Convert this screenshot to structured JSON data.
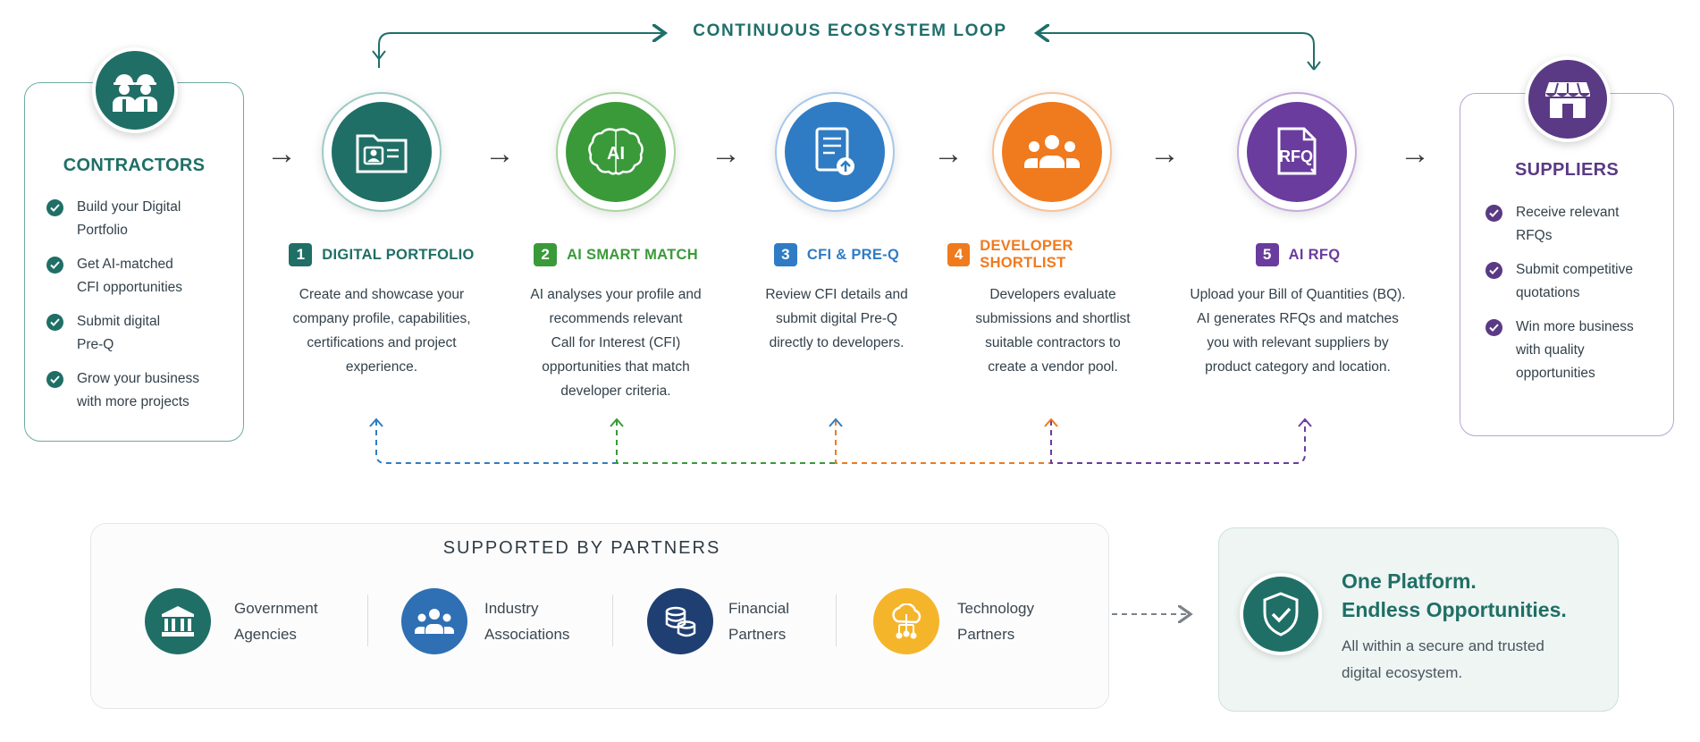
{
  "loop_title": "CONTINUOUS ECOSYSTEM LOOP",
  "contractors": {
    "title": "CONTRACTORS",
    "icon": "workers-icon",
    "items": [
      [
        "Build your Digital",
        "Portfolio"
      ],
      [
        "Get AI-matched",
        "CFI opportunities"
      ],
      [
        "Submit digital",
        "Pre-Q"
      ],
      [
        "Grow your business",
        "with more projects"
      ]
    ]
  },
  "suppliers": {
    "title": "SUPPLIERS",
    "icon": "storefront-icon",
    "items": [
      [
        "Receive relevant",
        "RFQs"
      ],
      [
        "Submit competitive",
        "quotations"
      ],
      [
        "Win more business",
        "with quality",
        "opportunities"
      ]
    ]
  },
  "steps": [
    {
      "num": "1",
      "name": "DIGITAL PORTFOLIO",
      "color": "#1f6f66",
      "icon": "portfolio-folder-icon",
      "desc": [
        "Create and showcase your",
        "company profile, capabilities,",
        "certifications and project",
        "experience."
      ]
    },
    {
      "num": "2",
      "name": "AI SMART MATCH",
      "color": "#3a9a3a",
      "icon": "ai-brain-icon",
      "desc": [
        "AI analyses your profile and",
        "recommends relevant",
        "Call for Interest (CFI)",
        "opportunities that match",
        "developer criteria."
      ]
    },
    {
      "num": "3",
      "name": "CFI & PRE-Q",
      "color": "#2f7cc4",
      "icon": "document-upload-icon",
      "desc": [
        "Review CFI details and",
        "submit digital Pre-Q",
        "directly to developers."
      ]
    },
    {
      "num": "4",
      "name": "DEVELOPER SHORTLIST",
      "color": "#f07a1e",
      "icon": "people-group-icon",
      "desc": [
        "Developers evaluate",
        "submissions and shortlist",
        "suitable contractors to",
        "create a vendor pool."
      ]
    },
    {
      "num": "5",
      "name": "AI RFQ",
      "color": "#6a3c9e",
      "icon": "rfq-document-icon",
      "icon_text": "RFQ",
      "desc": [
        "Upload your Bill of Quantities (BQ).",
        "AI generates RFQs and matches",
        "you with relevant suppliers by",
        "product category and location."
      ]
    }
  ],
  "ai_icon_text": "AI",
  "partners": {
    "title": "SUPPORTED BY PARTNERS",
    "items": [
      {
        "label": [
          "Government",
          "Agencies"
        ],
        "color": "#1f6f66",
        "icon": "government-building-icon"
      },
      {
        "label": [
          "Industry",
          "Associations"
        ],
        "color": "#2f6fb4",
        "icon": "association-people-icon"
      },
      {
        "label": [
          "Financial",
          "Partners"
        ],
        "color": "#1f3f73",
        "icon": "coins-stack-icon"
      },
      {
        "label": [
          "Technology",
          "Partners"
        ],
        "color": "#f5b52a",
        "icon": "cloud-network-icon"
      }
    ]
  },
  "platform": {
    "headline": [
      "One Platform.",
      "Endless Opportunities."
    ],
    "sub": [
      "All within a secure and trusted",
      "digital ecosystem."
    ],
    "icon": "shield-check-icon"
  },
  "arrow_glyph": "→"
}
